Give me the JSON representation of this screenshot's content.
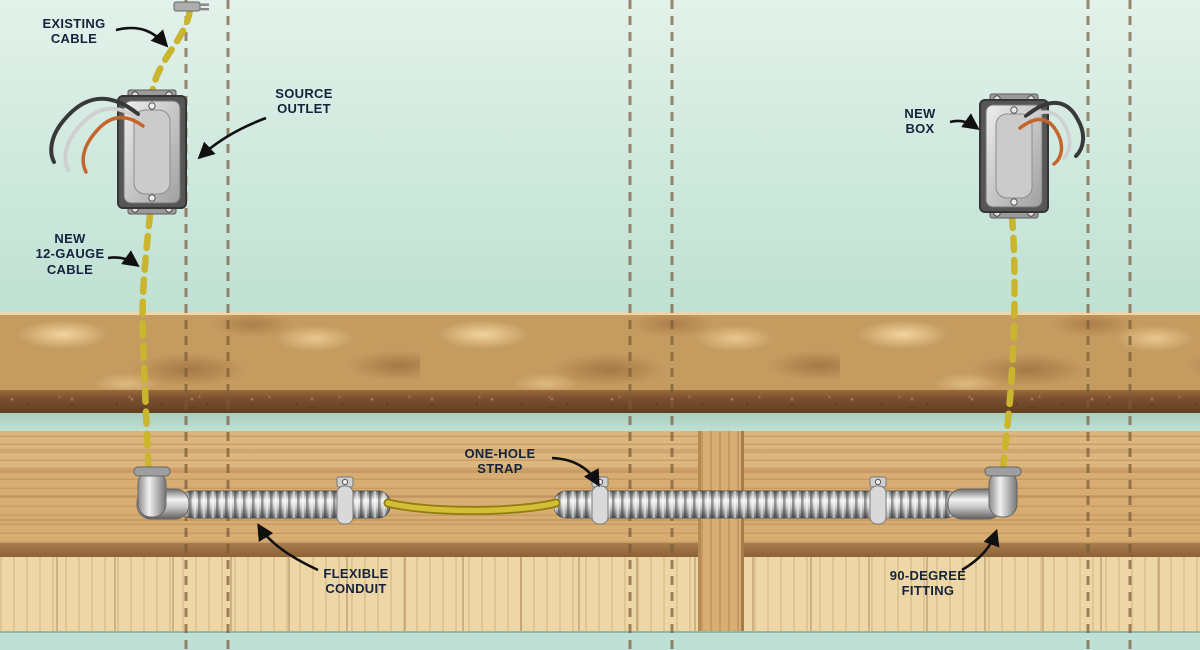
{
  "labels": {
    "existing_cable": "EXISTING\nCABLE",
    "source_outlet": "SOURCE\nOUTLET",
    "new_box": "NEW\nBOX",
    "new_12_gauge_cable": "NEW\n12-GAUGE\nCABLE",
    "one_hole_strap": "ONE-HOLE\nSTRAP",
    "flexible_conduit": "FLEXIBLE\nCONDUIT",
    "ninety_degree_fitting": "90-DEGREE\nFITTING"
  },
  "colors": {
    "wall_teal": "#cfe8dd",
    "cable_yellow": "#c9b62e",
    "label_text": "#15233c",
    "countertop_tan": "#c59c60",
    "wood_light": "#ddb67d",
    "conduit_gray": "#b5b5b5",
    "stud_line_brown": "#7a5a38"
  }
}
